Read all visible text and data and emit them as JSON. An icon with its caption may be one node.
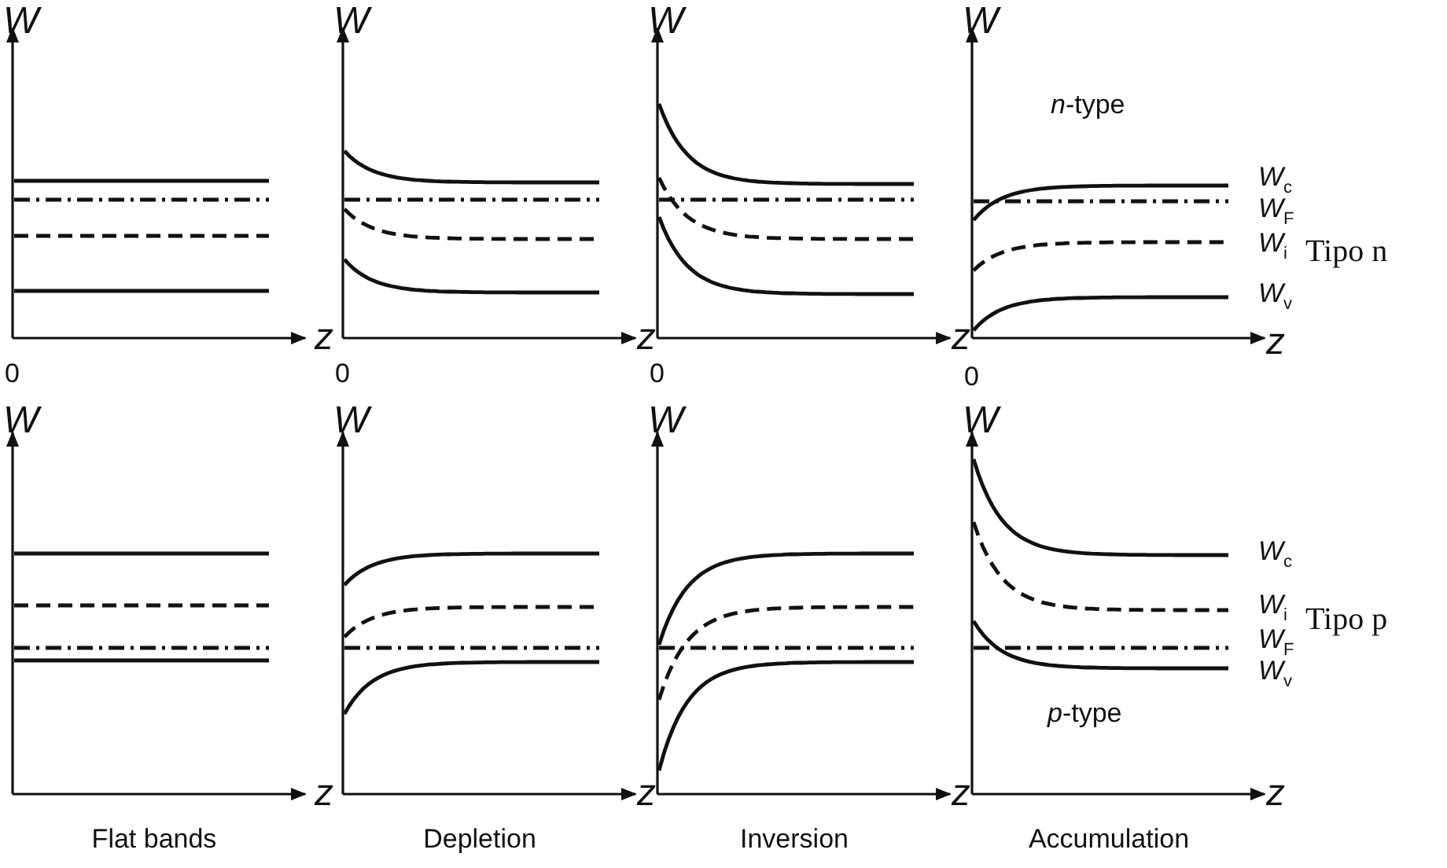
{
  "diagram": {
    "labels": [
      "W",
      "W",
      "W",
      "W",
      "*n*-type",
      "*W*$_{c}$",
      "*W*$_{F}$",
      "*W*$_{i}$",
      "Tipo n",
      "*W*$_{v}$",
      "z",
      "z",
      "z",
      "z",
      "0",
      "0",
      "0",
      "0",
      "W",
      "W",
      "W",
      "W",
      "*W*$_{c}$",
      "*W*$_{i}$",
      "Tipo p",
      "*W*$_{F}$",
      "*W*$_{v}$",
      "*p*-type",
      "z",
      "z",
      "z",
      "z",
      "Flat bands",
      "Depletion",
      "Inversion",
      "Accumulation"
    ]
  }
}
